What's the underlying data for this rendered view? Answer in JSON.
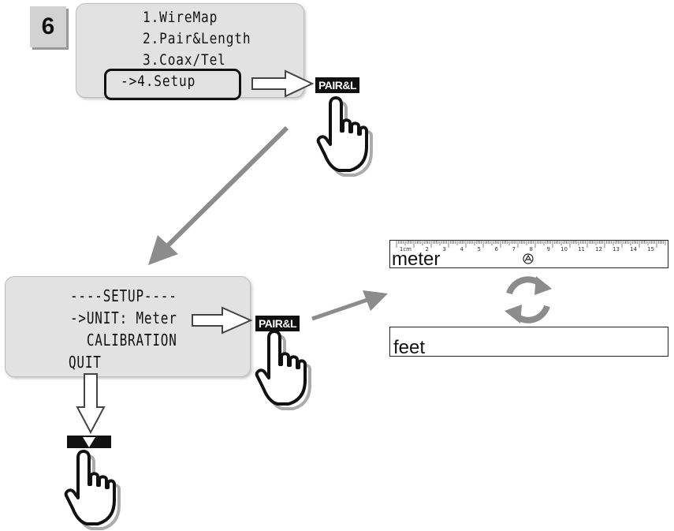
{
  "step": {
    "number": "6"
  },
  "menu_screen": {
    "lines": [
      "1.WireMap",
      "2.Pair&Length",
      "3.Coax/Tel",
      "->4.Setup"
    ],
    "selected_index": 3
  },
  "setup_screen": {
    "lines": [
      "----SETUP----",
      "->UNIT: Meter",
      "  CALIBRATION",
      "QUIT"
    ]
  },
  "keys": {
    "pair_length_key_label": "PAIR&L"
  },
  "ruler": {
    "scale_labels": [
      "1cm",
      "2",
      "3",
      "4",
      "5",
      "6",
      "7",
      "8",
      "9",
      "10",
      "11",
      "12",
      "13",
      "14",
      "15"
    ]
  },
  "units": {
    "meter_label": "meter",
    "feet_label": "feet"
  },
  "icons": {
    "hand": "pointing-hand-icon",
    "toggle": "cycle-arrows-icon",
    "down": "triangle-down-icon"
  },
  "colors": {
    "lcd_background": "#e2e2e2",
    "arrow_gray": "#8c8c8c",
    "key_black": "#111111"
  }
}
